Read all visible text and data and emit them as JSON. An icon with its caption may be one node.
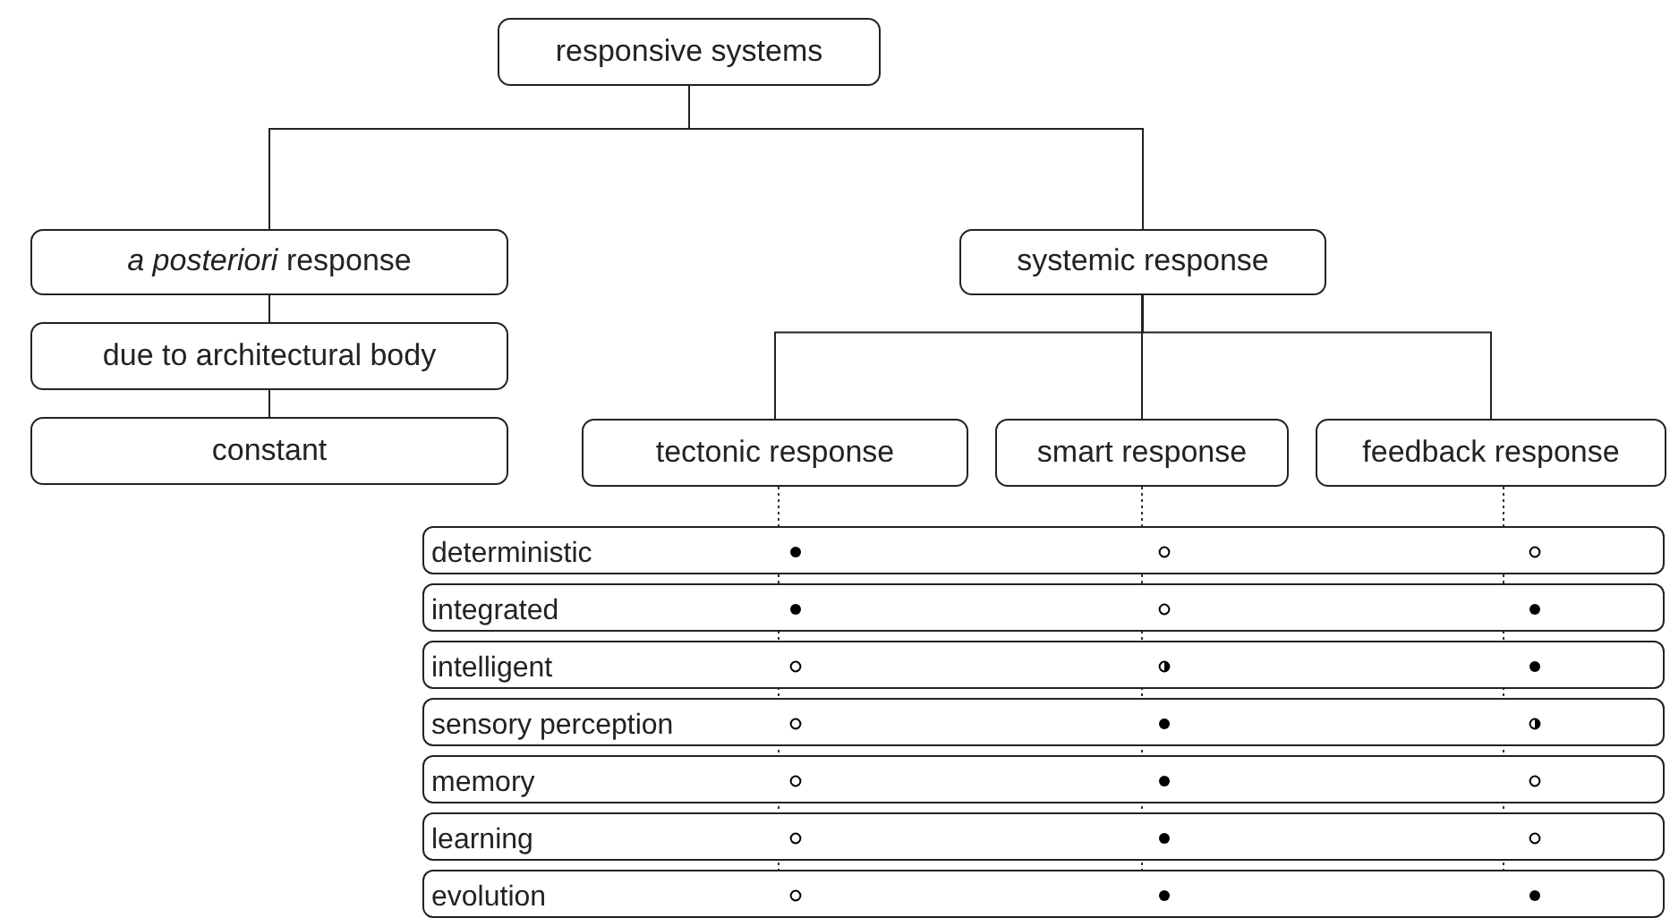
{
  "diagram": {
    "nodes": [
      {
        "text": [
          "responsive systems"
        ]
      },
      {
        "text": [
          "*a posteriori* response"
        ]
      },
      {
        "text": [
          "due to architectural body"
        ]
      },
      {
        "text": [
          "constant"
        ]
      },
      {
        "text": [
          "systemic response"
        ]
      },
      {
        "text": [
          "tectonic response"
        ]
      },
      {
        "text": [
          "smart response"
        ]
      },
      {
        "text": [
          "feedback response"
        ]
      },
      {
        "text": [
          "deterministic"
        ]
      },
      {
        "text": [
          "integrated"
        ]
      },
      {
        "text": [
          "intelligent"
        ]
      },
      {
        "text": [
          "sensory perception"
        ]
      },
      {
        "text": [
          "memory"
        ]
      },
      {
        "text": [
          "learning"
        ]
      },
      {
        "text": [
          "evolution"
        ]
      },
      {
        "text": [],
        "shape": "dot",
        "in": 8
      },
      {
        "text": [],
        "shape": "circle",
        "in": 8
      },
      {
        "text": [],
        "shape": "circle",
        "in": 8
      },
      {
        "text": [],
        "shape": "dot",
        "in": 9
      },
      {
        "text": [],
        "shape": "circle",
        "in": 9
      },
      {
        "text": [],
        "shape": "dot",
        "in": 9
      },
      {
        "text": [],
        "shape": "circle",
        "in": 10
      },
      {
        "text": [],
        "shape": "halfdot",
        "in": 10
      },
      {
        "text": [],
        "shape": "dot",
        "in": 10
      },
      {
        "text": [],
        "shape": "circle",
        "in": 11
      },
      {
        "text": [],
        "shape": "dot",
        "in": 11
      },
      {
        "text": [],
        "shape": "halfdot",
        "in": 11
      },
      {
        "text": [],
        "shape": "circle",
        "in": 12
      },
      {
        "text": [],
        "shape": "dot",
        "in": 12
      },
      {
        "text": [],
        "shape": "circle",
        "in": 12
      },
      {
        "text": [],
        "shape": "circle",
        "in": 13
      },
      {
        "text": [],
        "shape": "dot",
        "in": 13
      },
      {
        "text": [],
        "shape": "circle",
        "in": 13
      },
      {
        "text": [],
        "shape": "circle",
        "in": 14
      },
      {
        "text": [],
        "shape": "dot",
        "in": 14
      },
      {
        "text": [],
        "shape": "dot",
        "in": 14
      }
    ],
    "edges": [
      {
        "from": 0,
        "to": 1,
        "arrow": "none"
      },
      {
        "from": 0,
        "to": 4,
        "arrow": "none"
      },
      {
        "from": 1,
        "to": 2,
        "arrow": "none"
      },
      {
        "from": 2,
        "to": 3,
        "arrow": "none"
      },
      {
        "from": 4,
        "to": 5,
        "arrow": "none"
      },
      {
        "from": 4,
        "to": 6,
        "arrow": "none"
      },
      {
        "from": 4,
        "to": 7,
        "arrow": "none"
      }
    ]
  }
}
